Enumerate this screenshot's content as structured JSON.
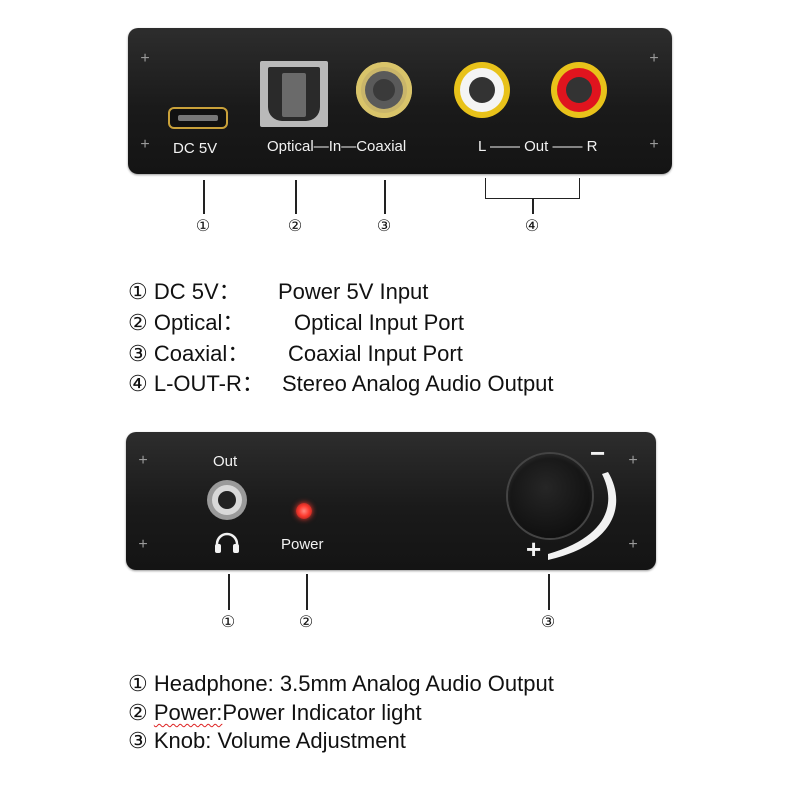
{
  "back_panel": {
    "dc_label": "DC 5V",
    "optical_label": "Optical",
    "in_label": "In",
    "coaxial_label": "Coaxial",
    "l_label": "L",
    "out_label": "Out",
    "r_label": "R",
    "callouts": [
      "①",
      "②",
      "③",
      "④"
    ]
  },
  "back_descriptions": [
    {
      "num": "①",
      "label": "DC 5V：",
      "text": "Power 5V Input"
    },
    {
      "num": "②",
      "label": "Optical：",
      "text": "Optical Input Port"
    },
    {
      "num": "③",
      "label": "Coaxial：",
      "text": "Coaxial Input Port"
    },
    {
      "num": "④",
      "label": "L-OUT-R：",
      "text": "Stereo Analog Audio Output"
    }
  ],
  "front_panel": {
    "out_label": "Out",
    "power_label": "Power",
    "minus_label": "−",
    "plus_label": "+",
    "callouts": [
      "①",
      "②",
      "③"
    ]
  },
  "front_descriptions": [
    {
      "num": "①",
      "label": "Headphone:",
      "text": "3.5mm Analog Audio Output"
    },
    {
      "num": "②",
      "label": "Power:",
      "text": "Power Indicator light"
    },
    {
      "num": "③",
      "label": "Knob:",
      "text": "Volume Adjustment"
    }
  ],
  "colors": {
    "panel": "#1e1e1e",
    "rca_white": "#f4f4f4",
    "rca_red": "#e0141e",
    "rca_yellow": "#e8c21a",
    "led_red": "#ff3b30",
    "underline": "#dd2222"
  }
}
